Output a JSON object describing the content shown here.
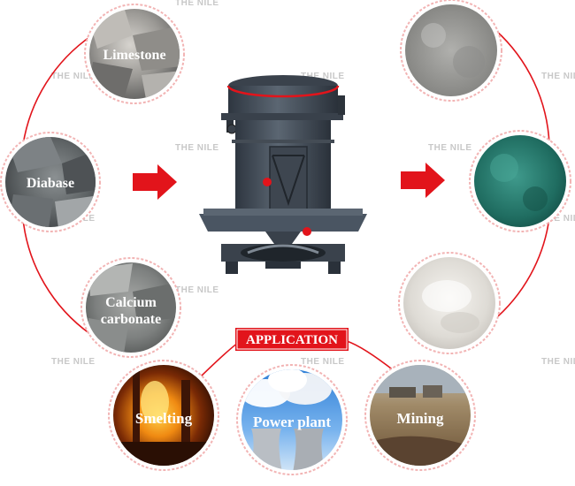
{
  "materials": {
    "limestone": "Limestone",
    "diabase": "Diabase",
    "calcium_line1": "Calcium",
    "calcium_line2": "carbonate"
  },
  "application": {
    "title": "APPLICATION",
    "items": [
      "Smelting",
      "Power plant",
      "Mining"
    ]
  },
  "watermark": "THE NILE",
  "colors": {
    "accent_red": "#e2141b",
    "ring_pink": "#f2b4b4",
    "machine": "#4a5562"
  }
}
